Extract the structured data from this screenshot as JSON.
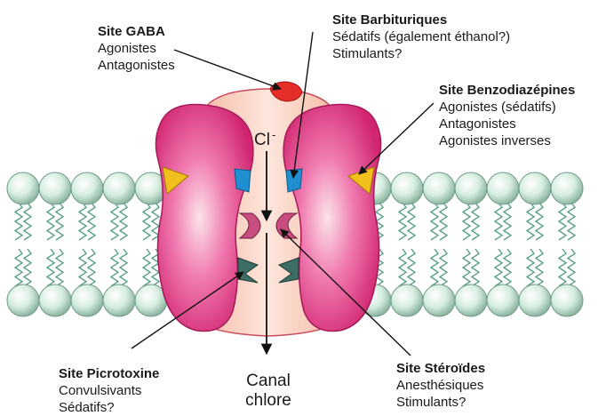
{
  "sites": {
    "gaba": {
      "title": "Site GABA",
      "lines": [
        "Agonistes",
        "Antagonistes"
      ]
    },
    "barbituriques": {
      "title": "Site Barbituriques",
      "lines": [
        "Sédatifs (également éthanol?)",
        "Stimulants?"
      ]
    },
    "benzodiazepines": {
      "title": "Site Benzodiazépines",
      "lines": [
        "Agonistes (sédatifs)",
        "Antagonistes",
        "Agonistes inverses"
      ]
    },
    "picrotoxine": {
      "title": "Site Picrotoxine",
      "lines": [
        "Convulsivants",
        "Sédatifs?"
      ]
    },
    "steroides": {
      "title": "Site Stéroïdes",
      "lines": [
        "Anesthésiques",
        "Stimulants?"
      ]
    }
  },
  "ion": {
    "symbol": "Cl",
    "charge": "-"
  },
  "canal": {
    "line1": "Canal",
    "line2": "chlore"
  },
  "colors": {
    "receptor_outer": "#e0357e",
    "receptor_inner": "#f9c6b6",
    "lipid_head": "#d7eee0",
    "gaba_site": "#e52d2a",
    "benzo_site": "#f2c01c",
    "barbiturate_site": "#1f8fcf",
    "picrotoxin_site": "#3d6e66",
    "steroid_site": "#c94d7e"
  }
}
